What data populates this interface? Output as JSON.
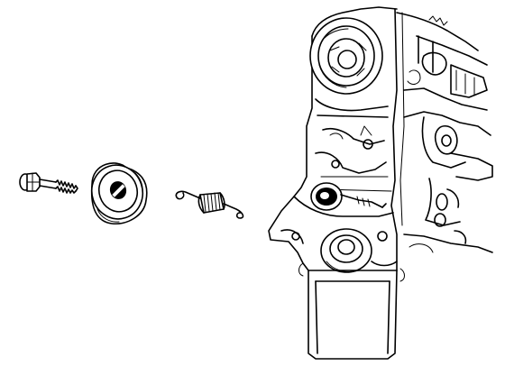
{
  "figure": {
    "kind": "technical line drawing",
    "background": "#ffffff",
    "line_color": "#000000"
  },
  "parts": [
    {
      "id": "bolt",
      "icon": "tensioner-bolt-icon"
    },
    {
      "id": "pulley",
      "icon": "tensioner-pulley-icon"
    },
    {
      "id": "spring",
      "icon": "tensioner-spring-icon"
    },
    {
      "id": "engine",
      "icon": "engine-block-icon"
    }
  ]
}
